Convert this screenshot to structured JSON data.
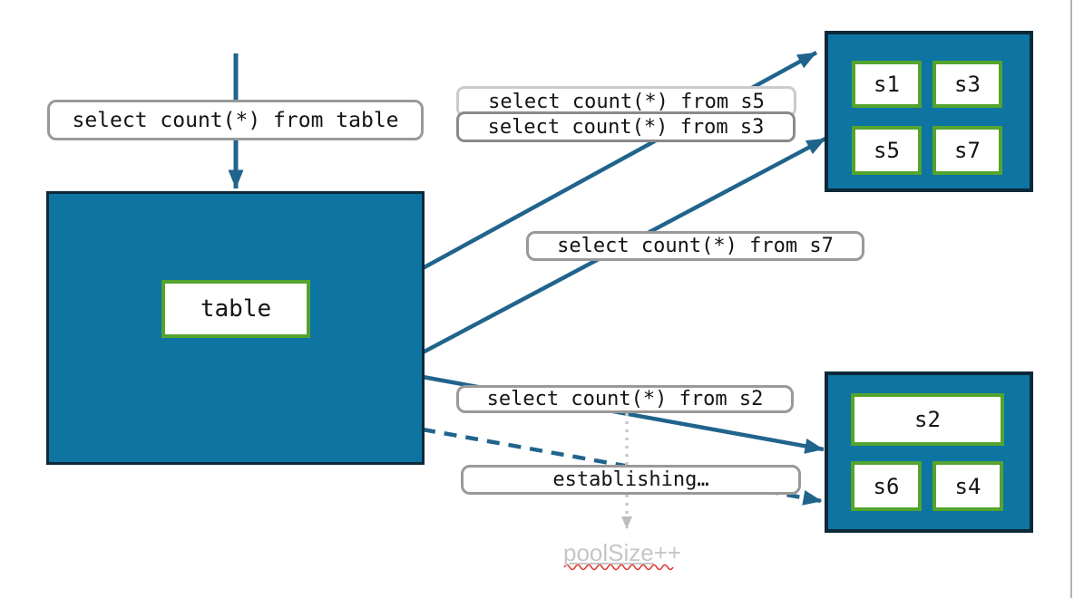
{
  "query_labels": {
    "table": "select count(*) from table",
    "s5": "select count(*) from s5",
    "s3": "select count(*) from s3",
    "s7": "select count(*) from s7",
    "s2": "select count(*) from s2",
    "establishing": "establishing…"
  },
  "table": {
    "label": "table"
  },
  "top_group": {
    "shards": [
      "s1",
      "s3",
      "s5",
      "s7"
    ]
  },
  "bottom_group": {
    "shards": [
      "s2",
      "s6",
      "s4"
    ]
  },
  "poolsize": {
    "main": "poolSize",
    "suffix": "++"
  },
  "colors": {
    "teal_fill": "#0e74a1",
    "dark_border": "#0d2838",
    "green_border": "#54a42e",
    "arrow_blue": "#20648c",
    "label_border_gray": "#999999",
    "label_border_light": "#cbcbcb",
    "label_border_dark": "#8a8a8a",
    "muted_gray": "#c6c6c6",
    "squiggle_red": "#e0382e"
  }
}
